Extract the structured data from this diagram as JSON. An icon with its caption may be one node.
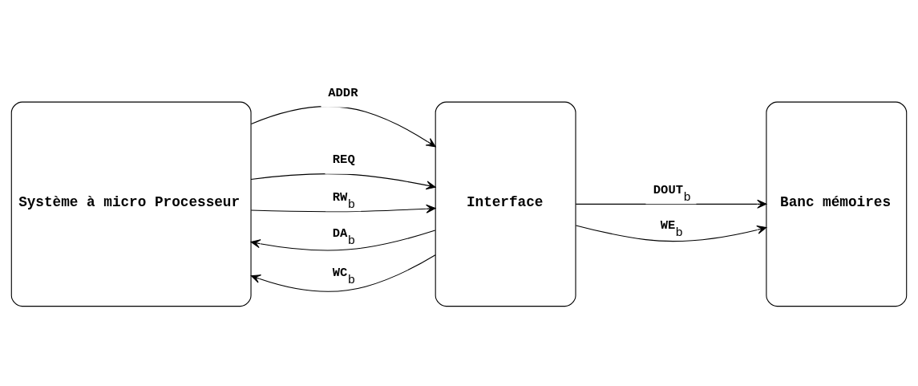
{
  "diagram": {
    "nodes": [
      {
        "text": [
          "Système à micro Processeur"
        ]
      },
      {
        "text": [
          "Interface"
        ]
      },
      {
        "text": [
          "Banc mémoires"
        ]
      }
    ],
    "edges": [
      {
        "from": 0,
        "to": 1,
        "arrow": "to",
        "label": "ADDR"
      },
      {
        "from": 0,
        "to": 1,
        "arrow": "to",
        "label": "REQ"
      },
      {
        "from": 0,
        "to": 1,
        "arrow": "to",
        "label": "RW$_{b}$"
      },
      {
        "from": 1,
        "to": 0,
        "arrow": "to",
        "label": "DA$_{b}$"
      },
      {
        "from": 1,
        "to": 0,
        "arrow": "to",
        "label": "WC$_{b}$"
      },
      {
        "from": 1,
        "to": 2,
        "arrow": "to",
        "label": "DOUT$_{b}$"
      },
      {
        "from": 1,
        "to": 2,
        "arrow": "to",
        "label": "WE$_{b}$"
      }
    ]
  }
}
